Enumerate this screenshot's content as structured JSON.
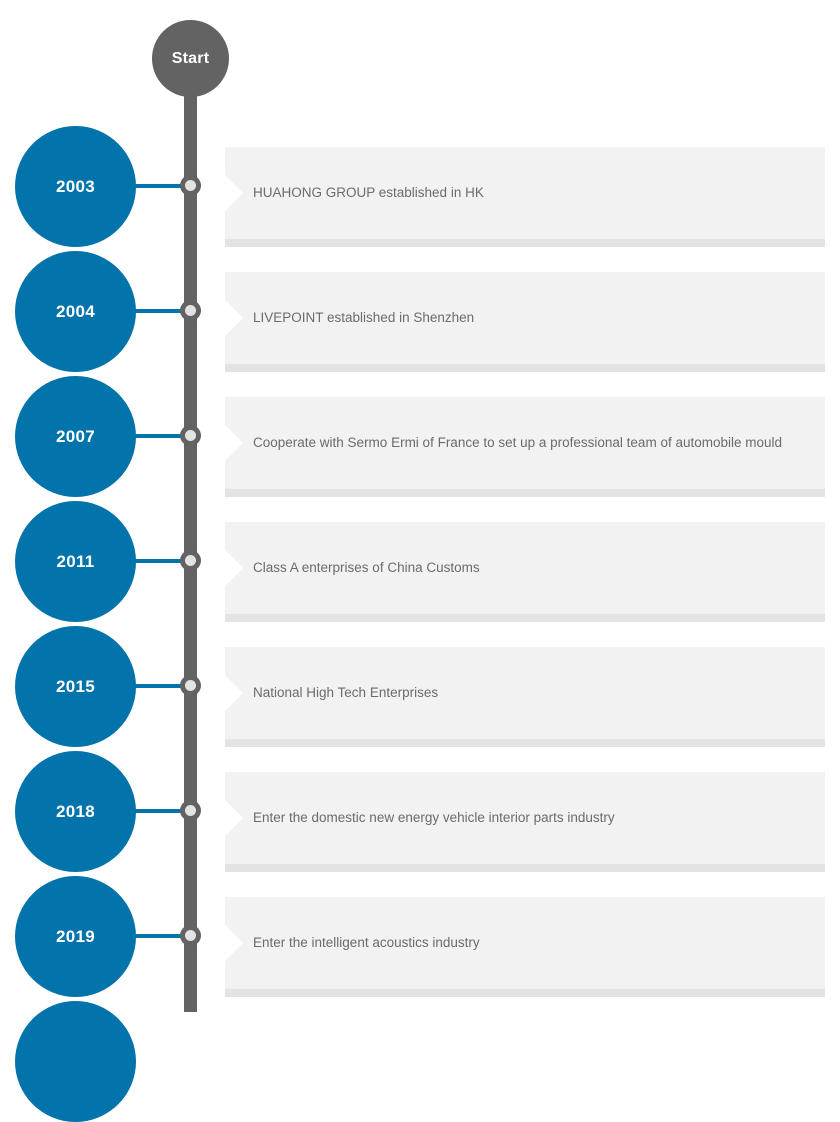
{
  "start": {
    "label": "Start",
    "color": "#636363"
  },
  "theme": {
    "accent": "#0273ab",
    "spine": "#636363",
    "card_bg": "#f2f2f2",
    "card_foot": "#e3e3e3",
    "text": "#6b6b6b"
  },
  "events": [
    {
      "year": "2003",
      "text": "HUAHONG GROUP established in HK"
    },
    {
      "year": "2004",
      "text": "LIVEPOINT established in Shenzhen"
    },
    {
      "year": "2007",
      "text": "Cooperate with Sermo Ermi of France to set up a professional team of automobile mould"
    },
    {
      "year": "2011",
      "text": "Class A enterprises of China Customs"
    },
    {
      "year": "2015",
      "text": "National High Tech Enterprises"
    },
    {
      "year": "2018",
      "text": "Enter the domestic new energy vehicle interior parts industry"
    },
    {
      "year": "2019",
      "text": "Enter the intelligent acoustics industry"
    }
  ]
}
